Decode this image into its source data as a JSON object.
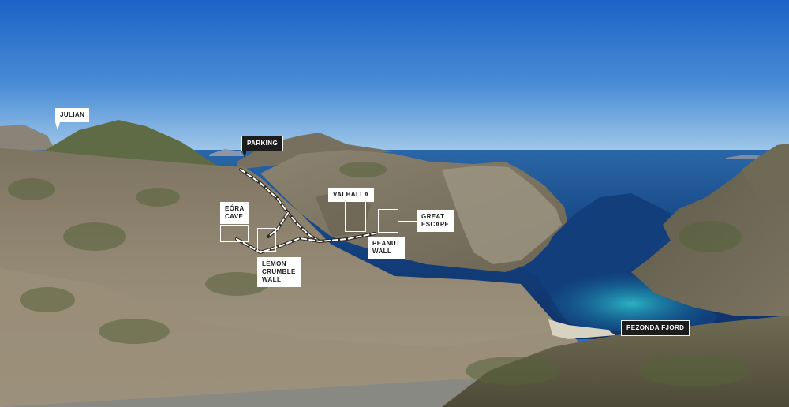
{
  "labels": {
    "julian": "JULIAN",
    "parking": "PARKING",
    "eora_cave": "EÓRA\nCAVE",
    "lemon_crumble_wall": "LEMON\nCRUMBLE\nWALL",
    "valhalla": "VALHALLA",
    "peanut_wall": "PEANUT\nWALL",
    "great_escape": "GREAT\nESCAPE",
    "pezonda_fjord": "PEZONDA FJORD"
  },
  "colors": {
    "sky_top": "#1b63c6",
    "sky_horizon": "#9cc6ea",
    "sea_deep": "#10326e",
    "sea_shallow": "#1f9fb8",
    "rock": "#8f836e",
    "vegetation": "#5d6a3e",
    "label_light": "#ffffff",
    "label_dark": "#1c1c1c"
  }
}
